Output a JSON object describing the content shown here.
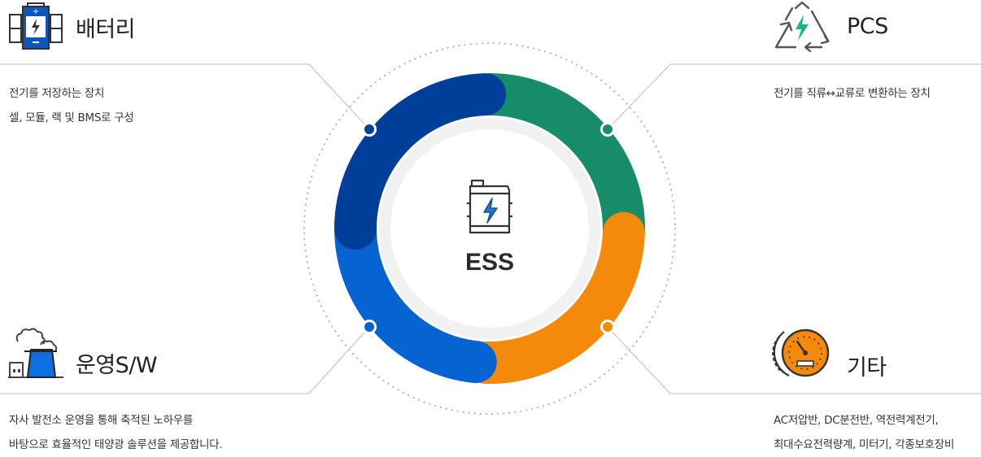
{
  "center": {
    "label": "ESS"
  },
  "segments": [
    {
      "key": "battery",
      "color": "#003f99"
    },
    {
      "key": "pcs",
      "color": "#178c68"
    },
    {
      "key": "other",
      "color": "#f5890a"
    },
    {
      "key": "sw",
      "color": "#0564d2"
    }
  ],
  "battery": {
    "title": "배터리",
    "lines": [
      "전기를 저장하는 장치",
      "셀, 모듈, 랙 및 BMS로 구성"
    ]
  },
  "pcs": {
    "title": "PCS",
    "lines": [
      "전기를 직류↔교류로 변환하는 장치"
    ]
  },
  "sw": {
    "title": "운영S/W",
    "lines": [
      "자사 발전소 운영을 통해 축적된 노하우를",
      "바탕으로 효율적인 태양광 솔루션을 제공합니다."
    ]
  },
  "other": {
    "title": "기타",
    "lines": [
      "AC저압반, DC분전반, 역전력계전기,",
      "최대수요전력량계, 미터기, 각종보호장비"
    ]
  },
  "icons": {
    "battery": "battery-icon",
    "pcs": "recycle-bolt-icon",
    "sw": "power-plant-icon",
    "other": "gauge-icon",
    "center": "fuel-bolt-icon"
  }
}
